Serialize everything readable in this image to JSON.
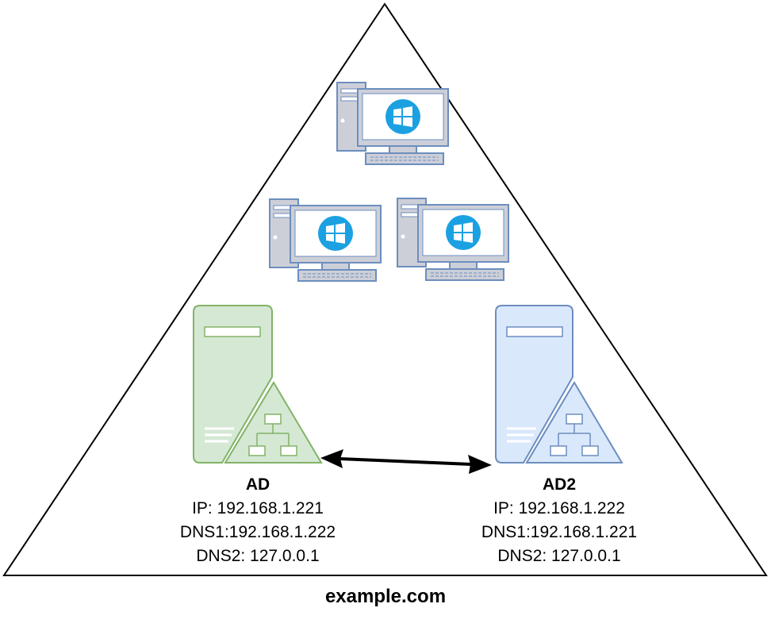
{
  "domain": "example.com",
  "servers": [
    {
      "name": "AD",
      "ip": "IP: 192.168.1.221",
      "dns1": "DNS1:192.168.1.222",
      "dns2": "DNS2: 127.0.0.1",
      "fill": "#d5e8d4",
      "stroke": "#82b366"
    },
    {
      "name": "AD2",
      "ip": "IP: 192.168.1.222",
      "dns1": "DNS1:192.168.1.221",
      "dns2": "DNS2: 127.0.0.1",
      "fill": "#dae8fc",
      "stroke": "#6c8ebf"
    }
  ],
  "workstations": [
    {
      "icon": "windows-pc-icon"
    },
    {
      "icon": "windows-pc-icon"
    },
    {
      "icon": "windows-pc-icon"
    }
  ],
  "link": {
    "type": "bidirectional-arrow",
    "color": "#000000"
  },
  "colors": {
    "pc_case": "#cdcfd8",
    "pc_outline": "#6c8ebf",
    "pc_screen": "#ffffff",
    "windows_blue": "#1ba1e2"
  }
}
